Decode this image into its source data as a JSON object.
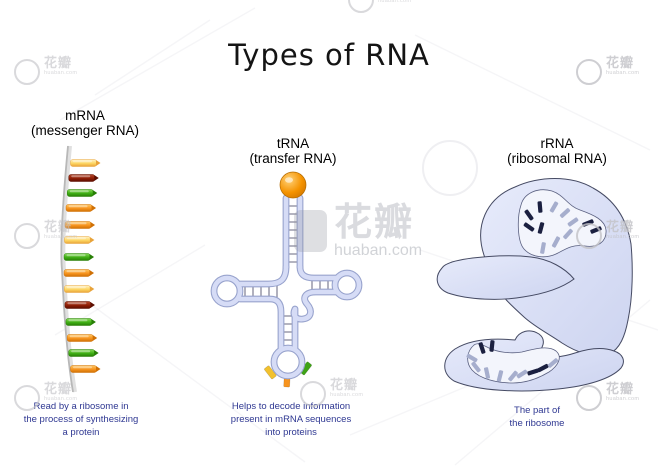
{
  "title": "Types of RNA",
  "sections": [
    {
      "name": "mRNA",
      "subtitle": "(messenger RNA)",
      "caption": "Read by a ribosome in\nthe process of synthesizing\na protein"
    },
    {
      "name": "tRNA",
      "subtitle": "(transfer RNA)",
      "caption": "Helps to decode information\npresent in mRNA sequences\ninto proteins"
    },
    {
      "name": "rRNA",
      "subtitle": "(ribosomal RNA)",
      "caption": "The part of\nthe ribosome"
    }
  ],
  "colors": {
    "title_text": "#141414",
    "label_text": "#000000",
    "caption_text": "#2f3892"
  },
  "mrna_diagram": {
    "strand_color": "#b8b8b8",
    "bar_sequence": [
      "cream",
      "dark_red",
      "green",
      "orange",
      "orange",
      "cream",
      "green",
      "orange",
      "cream",
      "dark_red",
      "green",
      "orange",
      "green",
      "orange"
    ],
    "bar_palette": {
      "cream": {
        "light": "#fff3c8",
        "base": "#fdd662",
        "dark": "#e8a33a"
      },
      "dark_red": {
        "light": "#b5492b",
        "base": "#8f1d05",
        "dark": "#5c0e00"
      },
      "green": {
        "light": "#86d957",
        "base": "#3fae14",
        "dark": "#287f06"
      },
      "orange": {
        "light": "#ffc863",
        "base": "#f7941e",
        "dark": "#cf7005"
      }
    }
  },
  "trna_diagram": {
    "amino_acid_color": "#f59300",
    "backbone_fill": "#d6dcf6",
    "backbone_outline": "#98a3cd",
    "rung_color": "#87879a",
    "anticodon_colors": [
      "#f2c12e",
      "#f7941e",
      "#3fa317"
    ]
  },
  "rrna_diagram": {
    "subunit_fill_light": "#e7ebfb",
    "subunit_fill": "#cdd4f0",
    "outline": "#454a63",
    "interior_fill": "#f3f5fc",
    "dash_dark": "#1b2040",
    "dash_light": "#a6aecd"
  },
  "watermark": {
    "brand": "花瓣",
    "domain": "huaban.com"
  }
}
